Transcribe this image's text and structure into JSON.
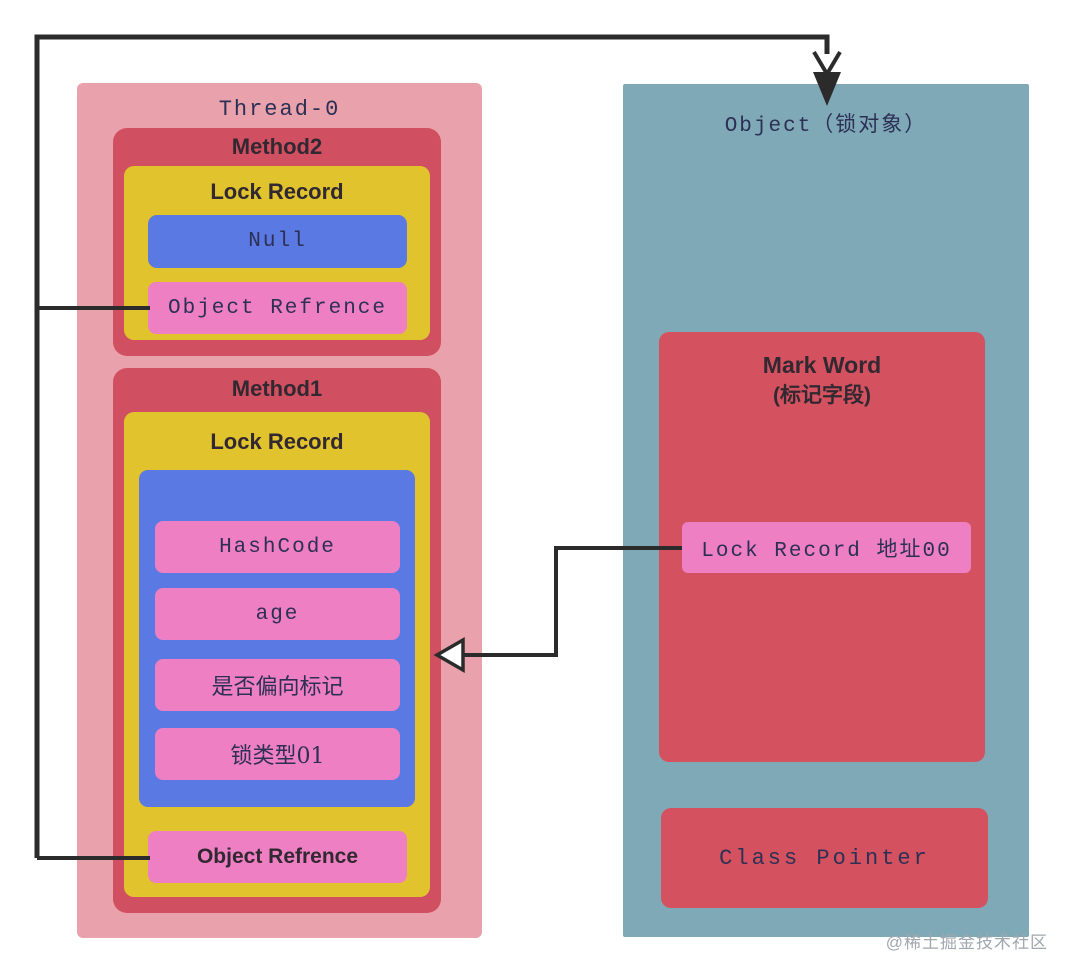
{
  "thread": {
    "title": "Thread-0",
    "method2": {
      "title": "Method2",
      "lock_record": {
        "title": "Lock Record",
        "slot_value": "Null",
        "object_reference": "Object Refrence"
      }
    },
    "method1": {
      "title": "Method1",
      "lock_record": {
        "title": "Lock Record",
        "mark_word_copy_rows": [
          "HashCode",
          "age",
          "是否偏向标记",
          "锁类型01"
        ],
        "object_reference": "Object Refrence"
      }
    }
  },
  "lock_object": {
    "title": "Object（锁对象）",
    "mark_word": {
      "title_line1": "Mark Word",
      "title_line2": "(标记字段)",
      "pointer_value": "Lock Record 地址00"
    },
    "class_pointer": "Class Pointer"
  },
  "watermark": "@稀土掘金技术社区",
  "colors": {
    "thread_bg": "#e9a2ab",
    "method_red": "#d05061",
    "lock_yellow": "#e0c32d",
    "slot_blue": "#5b79e2",
    "row_pink": "#ef7fc3",
    "object_slate": "#7fa9b7",
    "mark_red": "#d4525f",
    "line_dark": "#2b2b2b",
    "text_navy": "#2c3055",
    "text_title": "#322831",
    "watermark_gray": "#a0a7ae"
  }
}
